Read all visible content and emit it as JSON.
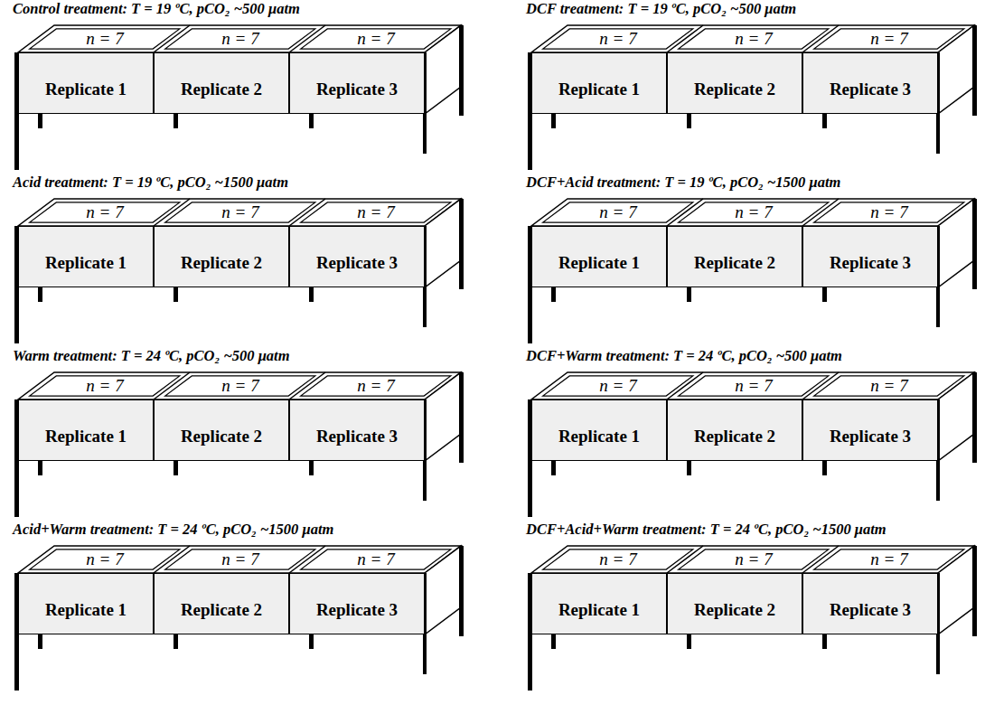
{
  "diagram": {
    "nodes": [
      {
        "text": [
          "Control treatment: T = 19 ºC, pCO₂ ~500 μatm"
        ]
      },
      {
        "text": [
          "n = 7",
          "Replicate 1"
        ],
        "in": 0
      },
      {
        "text": [
          "n = 7",
          "Replicate 2"
        ],
        "in": 0
      },
      {
        "text": [
          "n = 7",
          "Replicate 3"
        ],
        "in": 0
      },
      {
        "text": [
          "DCF treatment: T = 19 ºC, pCO₂ ~500 μatm"
        ]
      },
      {
        "text": [
          "n = 7",
          "Replicate 1"
        ],
        "in": 4
      },
      {
        "text": [
          "n = 7",
          "Replicate 2"
        ],
        "in": 4
      },
      {
        "text": [
          "n = 7",
          "Replicate 3"
        ],
        "in": 4
      },
      {
        "text": [
          "Acid treatment: T = 19 ºC, pCO₂ ~1500 μatm"
        ]
      },
      {
        "text": [
          "n = 7",
          "Replicate 1"
        ],
        "in": 8
      },
      {
        "text": [
          "n = 7",
          "Replicate 2"
        ],
        "in": 8
      },
      {
        "text": [
          "n = 7",
          "Replicate 3"
        ],
        "in": 8
      },
      {
        "text": [
          "DCF+Acid treatment: T = 19 ºC, pCO₂ ~1500 μatm"
        ]
      },
      {
        "text": [
          "n = 7",
          "Replicate 1"
        ],
        "in": 12
      },
      {
        "text": [
          "n = 7",
          "Replicate 2"
        ],
        "in": 12
      },
      {
        "text": [
          "n = 7",
          "Replicate 3"
        ],
        "in": 12
      },
      {
        "text": [
          "Warm treatment: T = 24 ºC, pCO₂ ~500 μatm"
        ]
      },
      {
        "text": [
          "n = 7",
          "Replicate 1"
        ],
        "in": 16
      },
      {
        "text": [
          "n = 7",
          "Replicate 2"
        ],
        "in": 16
      },
      {
        "text": [
          "n = 7",
          "Replicate 3"
        ],
        "in": 16
      },
      {
        "text": [
          "DCF+Warm treatment: T = 24 ºC, pCO₂ ~500 μatm"
        ]
      },
      {
        "text": [
          "n = 7",
          "Replicate 1"
        ],
        "in": 20
      },
      {
        "text": [
          "n = 7",
          "Replicate 2"
        ],
        "in": 20
      },
      {
        "text": [
          "n = 7",
          "Replicate 3"
        ],
        "in": 20
      },
      {
        "text": [
          "Acid+Warm treatment: T = 24 ºC, pCO₂ ~1500 μatm"
        ]
      },
      {
        "text": [
          "n = 7",
          "Replicate 1"
        ],
        "in": 24
      },
      {
        "text": [
          "n = 7",
          "Replicate 2"
        ],
        "in": 24
      },
      {
        "text": [
          "n = 7",
          "Replicate 3"
        ],
        "in": 24
      },
      {
        "text": [
          "DCF+Acid+Warm treatment: T = 24 ºC, pCO₂ ~1500 μatm"
        ]
      },
      {
        "text": [
          "n = 7",
          "Replicate 1"
        ],
        "in": 28
      },
      {
        "text": [
          "n = 7",
          "Replicate 2"
        ],
        "in": 28
      },
      {
        "text": [
          "n = 7",
          "Replicate 3"
        ],
        "in": 28
      }
    ]
  }
}
